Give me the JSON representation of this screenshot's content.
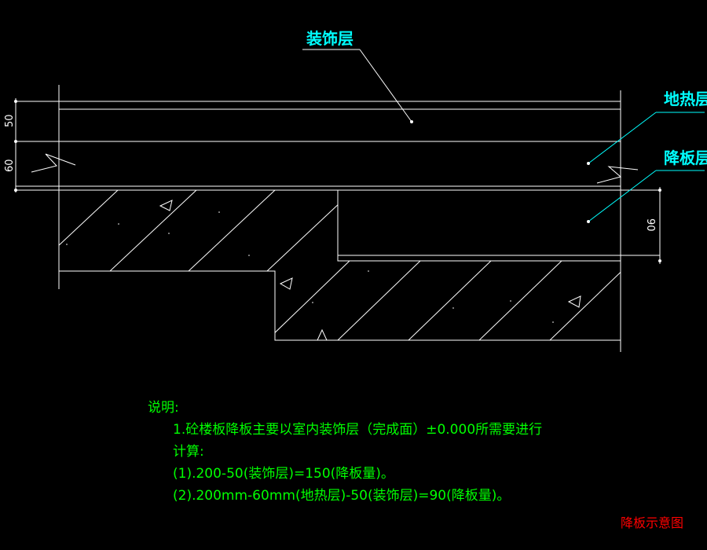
{
  "colors": {
    "background": "#000000",
    "line": "#ffffff",
    "leader": "#00ffff",
    "label": "#00ffff",
    "note": "#00ff00",
    "title": "#ff0000",
    "dimension": "#ffffff"
  },
  "labels": {
    "decor_layer": "装饰层",
    "heating_layer": "地热层",
    "drop_layer": "降板层"
  },
  "dimensions": {
    "d50": "50",
    "d60": "60",
    "d90": "90"
  },
  "notes": {
    "heading": "说明:",
    "line1": "1.砼楼板降板主要以室内装饰层（完成面）±0.000所需要进行",
    "line2": "计算:",
    "line3": "(1).200-50(装饰层)=150(降板量)。",
    "line4": "(2).200mm-60mm(地热层)-50(装饰层)=90(降板量)。"
  },
  "drawing_title": "降板示意图"
}
